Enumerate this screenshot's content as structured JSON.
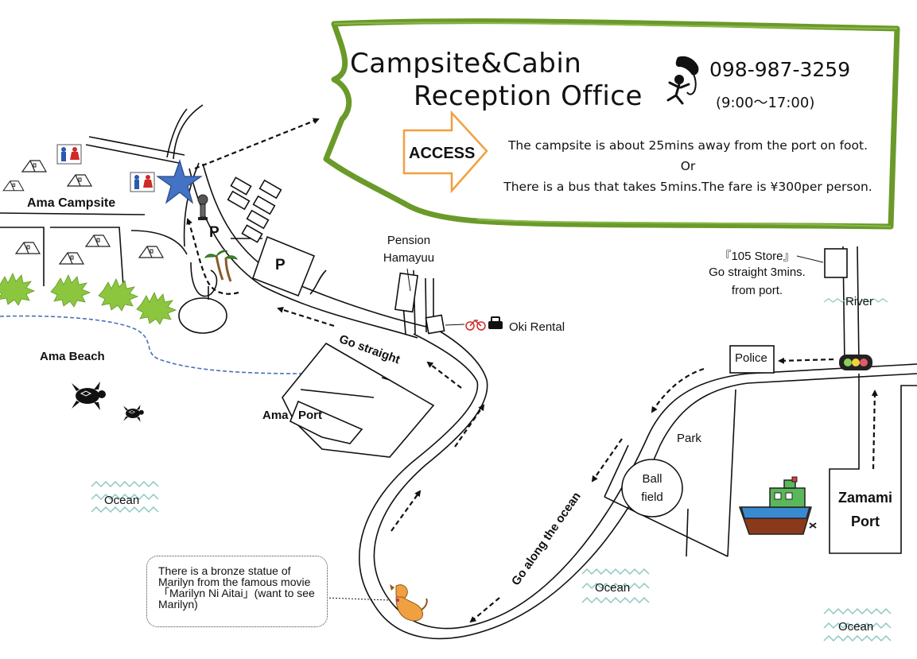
{
  "office": {
    "title_line1": "Campsite&Cabin",
    "title_line2": "Reception Office",
    "phone": "098-987-3259",
    "hours": "(9:00～17:00)",
    "access_label": "ACCESS",
    "access_line1": "The campsite is about 25mins away from the port on foot.",
    "access_line2": "Or",
    "access_line3": "There is a bus that takes 5mins.The fare is ¥300per person."
  },
  "map": {
    "campsite": "Ama Campsite",
    "beach": "Ama Beach",
    "port": "Ama   Port",
    "parking": "P",
    "pension_line1": "Pension",
    "pension_line2": "Hamayuu",
    "rental": "Oki Rental",
    "store_line1": "『105 Store』",
    "store_line2": "Go straight 3mins.",
    "store_line3": "from port.",
    "river": "River",
    "police": "Police",
    "park": "Park",
    "ball_line1": "Ball",
    "ball_line2": "field",
    "zamami_line1": "Zamami",
    "zamami_line2": "Port",
    "ocean": "Ocean",
    "go_straight": "Go straight",
    "go_along": "Go along the ocean",
    "statue_note": "There  is a bronze statue of Marilyn from the famous movie「Marilyn Ni Aitai」(want to see Marilyn)"
  },
  "colors": {
    "frame_green": "#6a9a2a",
    "arrow_orange": "#f0a040",
    "star_blue": "#4472c4",
    "coast_blue": "#4a72b8",
    "bush_green": "#8cc63e",
    "wave_teal": "#8ec9c1"
  }
}
